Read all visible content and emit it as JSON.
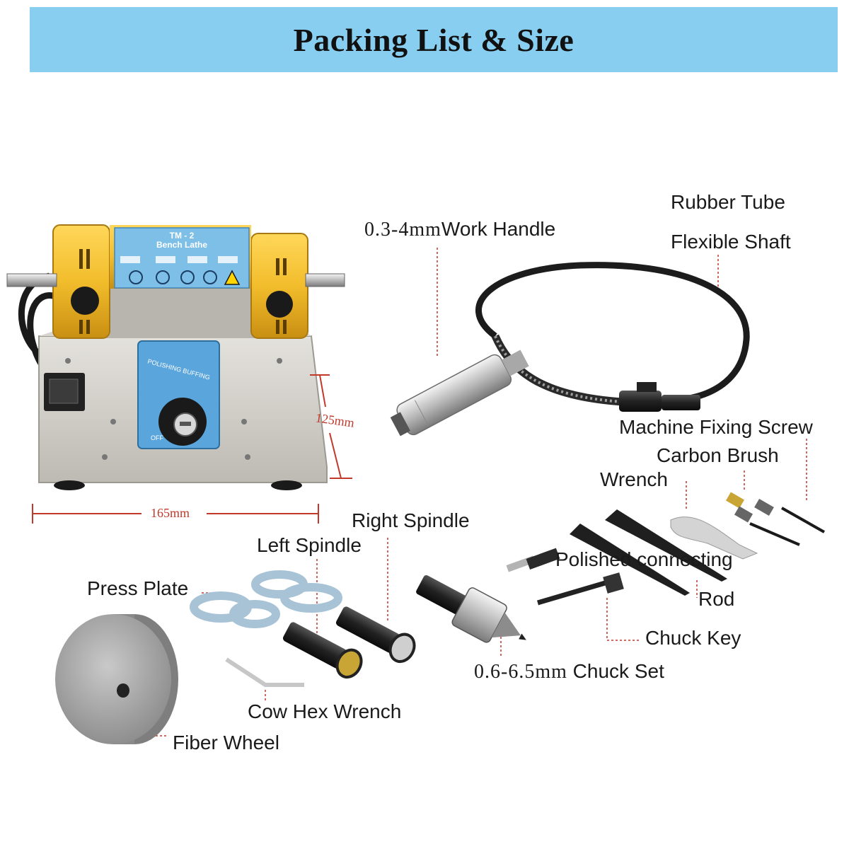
{
  "banner": {
    "title": "Packing List & Size",
    "color": "#87cef0"
  },
  "machine": {
    "plate_model": "TM - 2",
    "plate_name": "Bench  Lathe",
    "dial_label": "POLISHING BUFFING",
    "dial_off": "OFF",
    "body_color": "#f2bd2c",
    "base_color": "#cfcdc7",
    "plate_color": "#5aa6dc"
  },
  "dimensions": {
    "height": "125mm",
    "width": "165mm",
    "marker_color": "#c0392b"
  },
  "labels": {
    "work_handle_size": "0.3-4mm",
    "work_handle": "Work Handle",
    "rubber_tube": "Rubber Tube",
    "flexible_shaft": "Flexible Shaft",
    "machine_fixing_screw": "Machine Fixing Screw",
    "carbon_brush": "Carbon Brush",
    "wrench": "Wrench",
    "right_spindle": "Right Spindle",
    "left_spindle": "Left Spindle",
    "press_plate": "Press Plate",
    "polished_connecting": "Polished connecting",
    "rod": "Rod",
    "chuck_key": "Chuck Key",
    "chuck_set_size": "0.6-6.5mm",
    "chuck_set": " Chuck Set",
    "cow_hex_wrench": "Cow Hex Wrench",
    "fiber_wheel": "Fiber Wheel"
  }
}
